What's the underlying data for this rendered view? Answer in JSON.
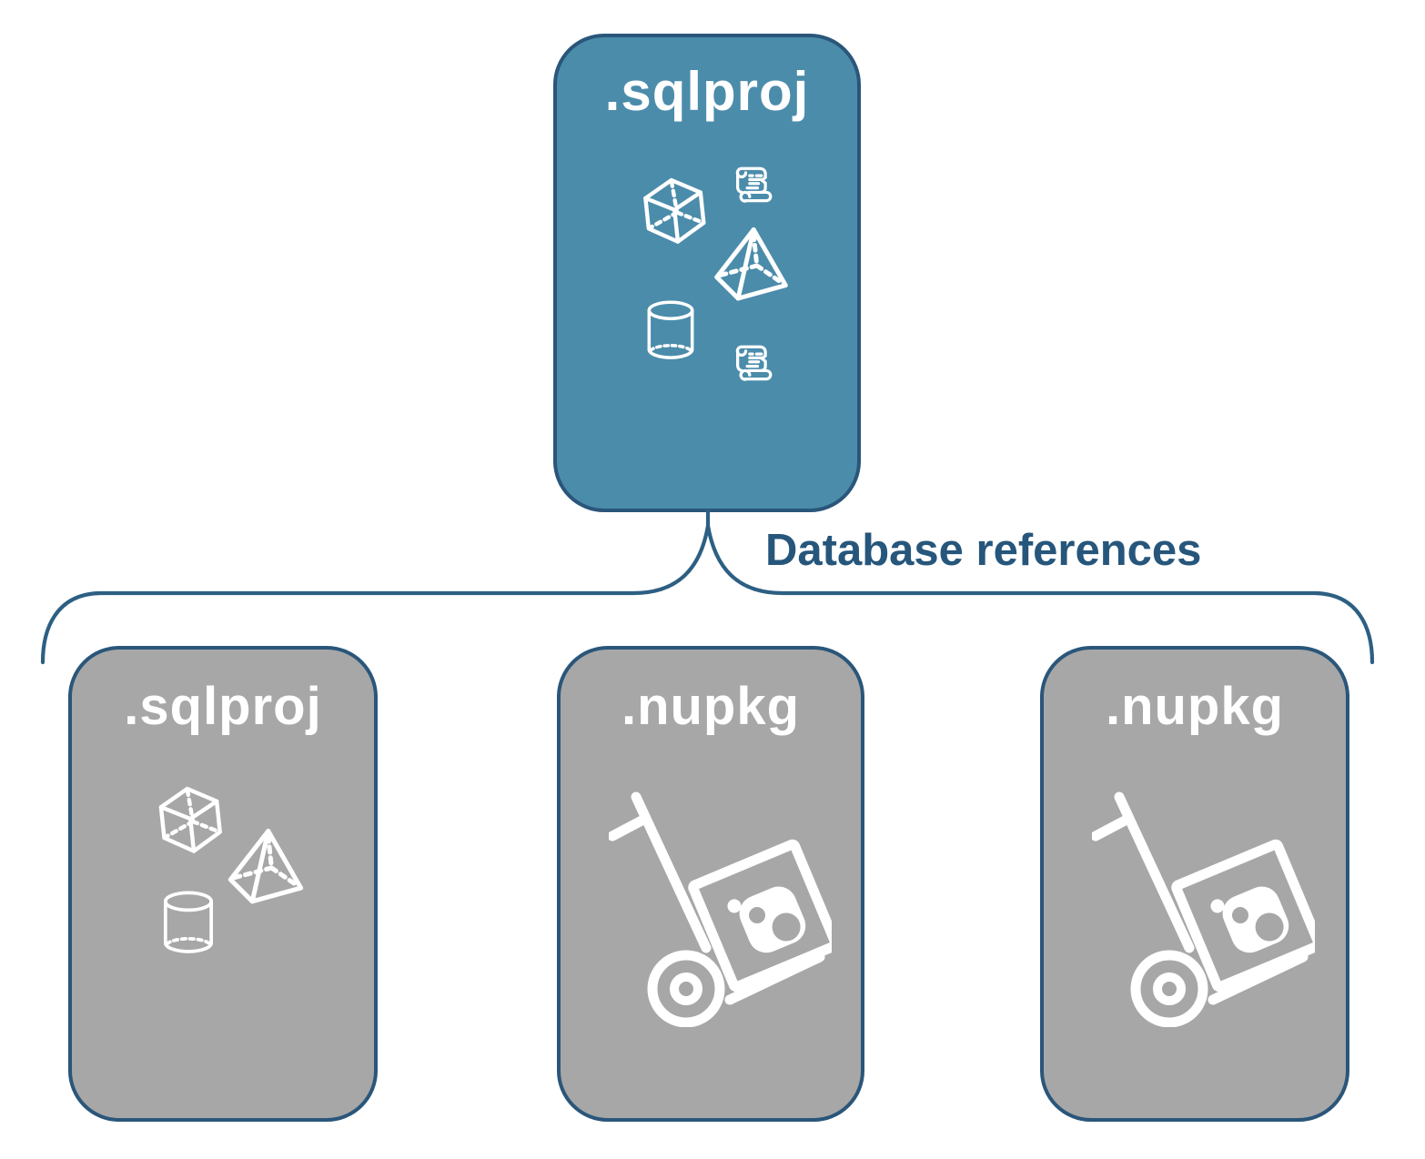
{
  "diagram": {
    "parent_box": {
      "label": ".sqlproj",
      "icons": [
        "script-scroll-icon",
        "cube-icon",
        "pyramid-icon",
        "cylinder-icon",
        "script-scroll-icon"
      ]
    },
    "connector": {
      "label": "Database references"
    },
    "child_boxes": [
      {
        "label": ".sqlproj",
        "icons": [
          "cube-icon",
          "pyramid-icon",
          "cylinder-icon"
        ]
      },
      {
        "label": ".nupkg",
        "icons": [
          "package-dolly-icon"
        ]
      },
      {
        "label": ".nupkg",
        "icons": [
          "package-dolly-icon"
        ]
      }
    ],
    "colors": {
      "background": "#ffffff",
      "parent_fill": "#4b8cab",
      "child_fill": "#a7a7a7",
      "box_border": "#2a567a",
      "connector_stroke": "#2d5f83",
      "connector_label": "#26567b",
      "icon_stroke": "#ffffff"
    }
  }
}
